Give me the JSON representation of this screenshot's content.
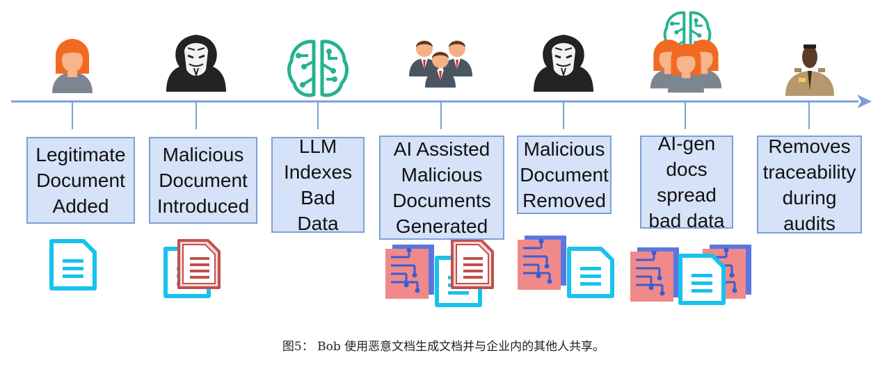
{
  "timeline": {
    "stages": [
      {
        "lines": [
          "Legitimate",
          "Document",
          "Added"
        ],
        "actor_icon": "person-icon",
        "doc_icon": "document-icon"
      },
      {
        "lines": [
          "Malicious",
          "Document",
          "Introduced"
        ],
        "actor_icon": "hacker-icon",
        "doc_icon": "malicious-document-icon"
      },
      {
        "lines": [
          "LLM",
          "Indexes",
          "Bad",
          "Data"
        ],
        "actor_icon": "ai-brain-icon",
        "doc_icon": ""
      },
      {
        "lines": [
          "AI Assisted",
          "Malicious",
          "Documents",
          "Generated"
        ],
        "actor_icon": "team-icon",
        "doc_icon": "generated-documents-icon"
      },
      {
        "lines": [
          "Malicious",
          "Document",
          "Removed"
        ],
        "actor_icon": "hacker-icon",
        "doc_icon": "mixed-documents-icon"
      },
      {
        "lines": [
          "AI-gen",
          "docs",
          "spread",
          "bad data"
        ],
        "actor_icon": "ai-brain-with-people-icon",
        "doc_icon": "spread-documents-icon"
      },
      {
        "lines": [
          "Removes",
          "traceability",
          "during",
          "audits"
        ],
        "actor_icon": "auditor-icon",
        "doc_icon": ""
      }
    ]
  },
  "caption": "图5： Bob 使用恶意文档生成文档并与企业内的其他人共享。",
  "colors": {
    "timeline": "#7b9fd6",
    "box_fill": "#d5e2f7",
    "box_border": "#7da0d4",
    "doc_cyan": "#18c2ec",
    "malicious_red": "#c0504d",
    "generated_pink": "#f08a8a",
    "generated_blue": "#5b76e0",
    "brain_teal": "#25b28f",
    "skin": "#f6b58b",
    "hair_orange": "#f26a22",
    "shirt_gray": "#7d8590"
  }
}
